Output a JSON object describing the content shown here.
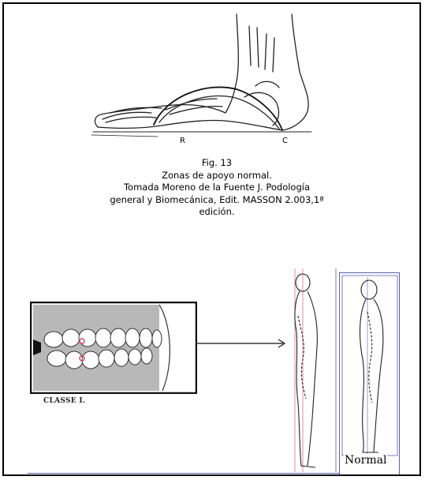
{
  "figure_caption": {
    "number": "Fig. 13",
    "title": "Zonas de apoyo normal.",
    "source_line1": "Tomada Moreno de la Fuente J. Podología",
    "source_line2": "general y Biomecánica, Edit. MASSON 2.003,1ª",
    "source_line3": "edición."
  },
  "foot_labels": {
    "r": "R",
    "c": "C"
  },
  "teeth_label": "CLASSE I.",
  "posture_label": "Normal",
  "colors": {
    "guide_lines": "#e36a8a",
    "frame_lines": "#5a5fb0",
    "tooth_marks": "#d24a6a"
  }
}
